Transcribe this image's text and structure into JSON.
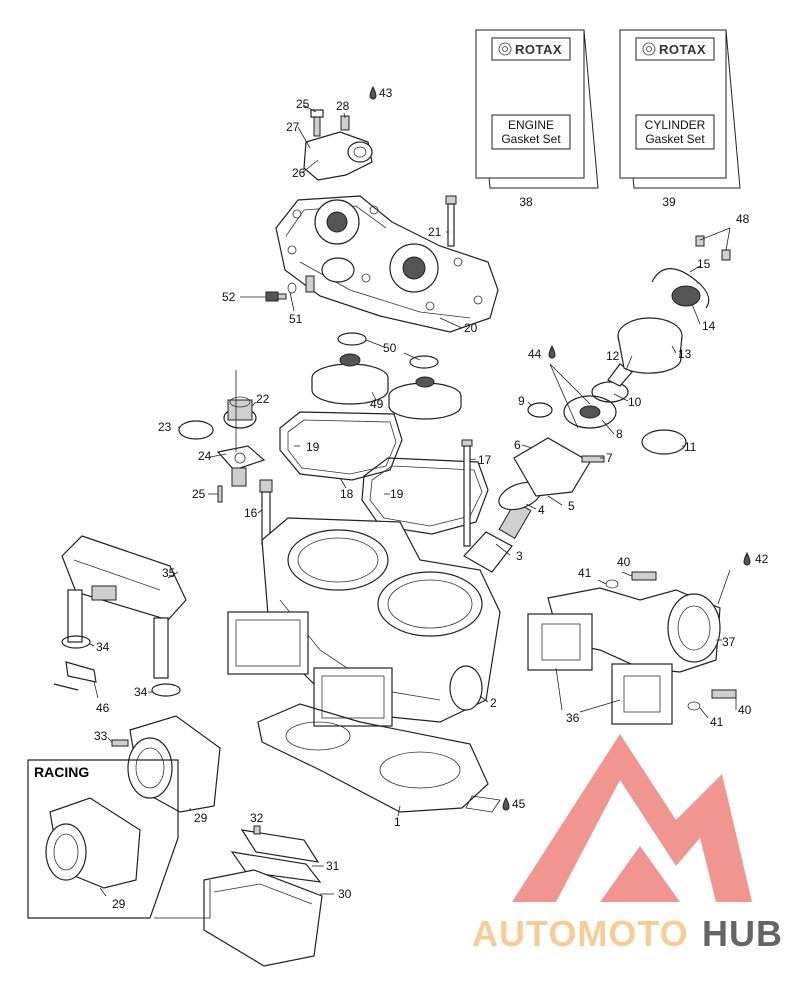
{
  "kits": [
    {
      "brand": "ROTAX",
      "line1": "ENGINE",
      "line2": "Gasket Set",
      "ref": "38"
    },
    {
      "brand": "ROTAX",
      "line1": "CYLINDER",
      "line2": "Gasket Set",
      "ref": "39"
    }
  ],
  "racing_label": "RACING",
  "watermark": {
    "part1": "AUTOMOTO",
    "part2": "HUB",
    "color1": "#f5c98a",
    "color2": "#555555",
    "logo_color": "#f08a84"
  },
  "callouts": {
    "c1": "1",
    "c2": "2",
    "c3": "3",
    "c4": "4",
    "c5": "5",
    "c6": "6",
    "c7": "7",
    "c8": "8",
    "c9": "9",
    "c10": "10",
    "c11": "11",
    "c12": "12",
    "c13": "13",
    "c14": "14",
    "c15": "15",
    "c16": "16",
    "c17": "17",
    "c18": "18",
    "c19a": "19",
    "c19b": "19",
    "c20": "20",
    "c21": "21",
    "c22": "22",
    "c23": "23",
    "c24": "24",
    "c25a": "25",
    "c25b": "25",
    "c26": "26",
    "c27": "27",
    "c28": "28",
    "c29a": "29",
    "c29b": "29",
    "c30": "30",
    "c31": "31",
    "c32": "32",
    "c33": "33",
    "c34a": "34",
    "c34b": "34",
    "c35": "35",
    "c36": "36",
    "c37": "37",
    "c40a": "40",
    "c40b": "40",
    "c41a": "41",
    "c41b": "41",
    "c42": "42",
    "c43": "43",
    "c44": "44",
    "c45": "45",
    "c46": "46",
    "c48": "48",
    "c49": "49",
    "c50": "50",
    "c51": "51",
    "c52": "52"
  }
}
